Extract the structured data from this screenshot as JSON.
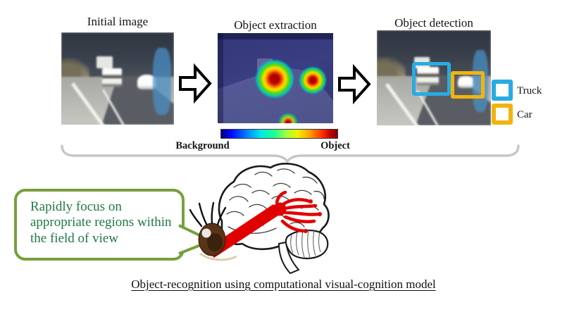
{
  "figure": {
    "panels": [
      {
        "label": "Initial image"
      },
      {
        "label": "Object extraction"
      },
      {
        "label": "Object detection"
      }
    ],
    "flow_arrows": 2,
    "colorbar": {
      "left_label": "Background",
      "right_label": "Object",
      "colormap": "jet"
    },
    "legend": {
      "items": [
        {
          "label": "Truck",
          "color": "#29ABE2"
        },
        {
          "label": "Car",
          "color": "#F2B40C"
        }
      ]
    },
    "speech_bubble": {
      "text": "Rapidly focus on appropriate regions within the field of view",
      "border_color": "#76A03C",
      "text_color": "#1F7A44"
    },
    "caption": "Object-recognition using computational visual-cognition model",
    "colors": {
      "truck_box": "#29ABE2",
      "car_box": "#F2B40C",
      "brace": "#C6C6C6",
      "visual_pathway_red": "#E10000"
    },
    "icons": {
      "arrow": "block-arrow-right-icon",
      "brain": "brain-illustration",
      "eye": "eye-icon",
      "brace": "curly-brace"
    }
  }
}
